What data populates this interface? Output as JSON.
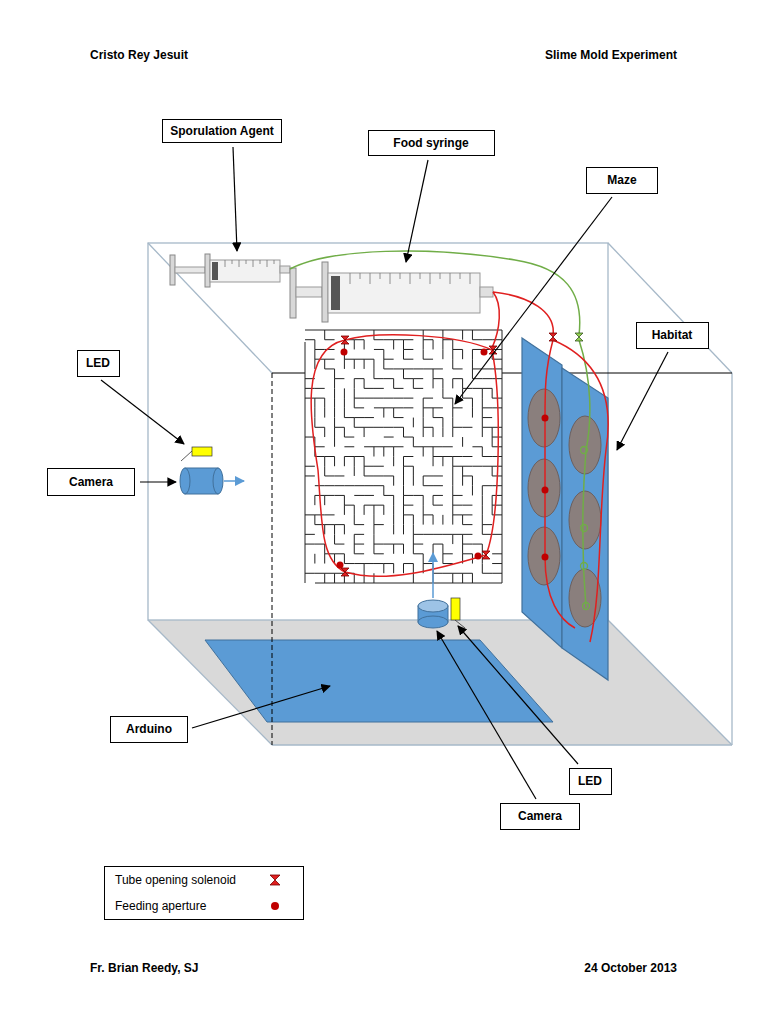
{
  "diagram": {
    "title": "Slime Mold Experiment",
    "nodes": [
      {
        "text": [
          "Sporulation Agent"
        ]
      },
      {
        "text": [
          "Food syringe"
        ]
      },
      {
        "text": [
          "Maze"
        ]
      },
      {
        "text": [
          "Habitat"
        ]
      },
      {
        "text": [
          "LED"
        ]
      },
      {
        "text": [
          "Camera"
        ]
      },
      {
        "text": [
          "Arduino"
        ]
      },
      {
        "text": [
          "LED"
        ]
      },
      {
        "text": [
          "Camera"
        ]
      }
    ],
    "labels": [
      "Cristo Rey Jesuit",
      "Fr. Brian Reedy, SJ",
      "24 October 2013"
    ],
    "legend": [
      {
        "text": "Tube opening solenoid"
      },
      {
        "text": "Feeding aperture"
      }
    ]
  }
}
